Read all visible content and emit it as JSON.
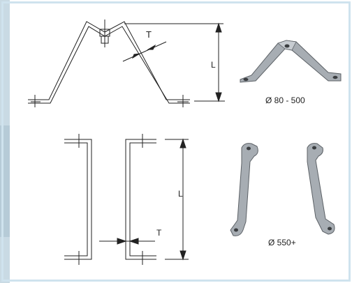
{
  "colors": {
    "background": "#ffffff",
    "border": "#cfe3ee",
    "left_strip": "#c9dae4",
    "line": "#222222",
    "bracket_steel": "#9aa0a6"
  },
  "top_section": {
    "thickness_label": "T",
    "length_label": "L",
    "size_caption": "Ø 80 - 500"
  },
  "bottom_section": {
    "thickness_label": "T",
    "length_label": "L",
    "size_caption": "Ø 550+"
  }
}
